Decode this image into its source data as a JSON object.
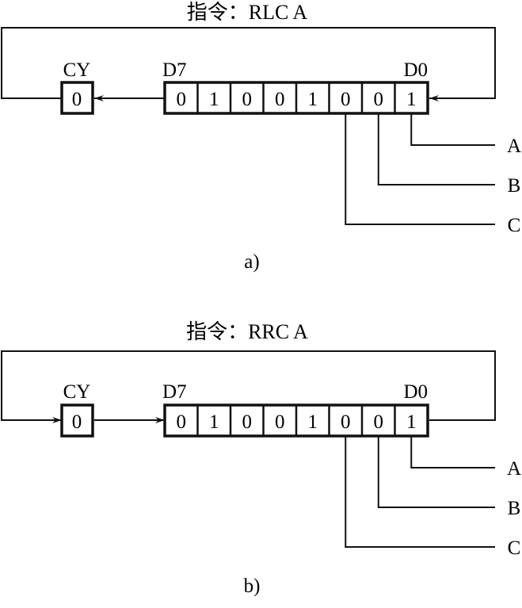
{
  "diagrams": [
    {
      "id": "a",
      "title": "指令：RLC A",
      "caption": "a)",
      "direction": "left",
      "carry_label": "CY",
      "carry_value": "0",
      "msb_label": "D7",
      "lsb_label": "D0",
      "bits": [
        "0",
        "1",
        "0",
        "0",
        "1",
        "0",
        "0",
        "1"
      ],
      "taps": [
        {
          "label": "A",
          "bit_index": 7
        },
        {
          "label": "B",
          "bit_index": 6
        },
        {
          "label": "C",
          "bit_index": 5
        }
      ]
    },
    {
      "id": "b",
      "title": "指令：RRC A",
      "caption": "b)",
      "direction": "right",
      "carry_label": "CY",
      "carry_value": "0",
      "msb_label": "D7",
      "lsb_label": "D0",
      "bits": [
        "0",
        "1",
        "0",
        "0",
        "1",
        "0",
        "0",
        "1"
      ],
      "taps": [
        {
          "label": "A",
          "bit_index": 7
        },
        {
          "label": "B",
          "bit_index": 6
        },
        {
          "label": "C",
          "bit_index": 5
        }
      ]
    }
  ]
}
